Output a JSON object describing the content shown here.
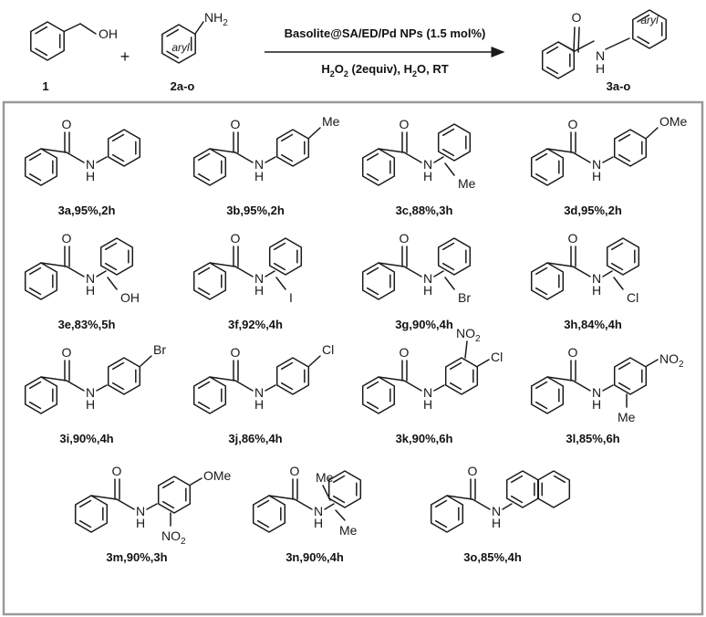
{
  "reaction": {
    "reactant1": {
      "label": "1",
      "group": "OH"
    },
    "plus": "+",
    "reactant2": {
      "label": "2a-o",
      "group": "NH",
      "group_sub": "2",
      "ring_text": "aryl"
    },
    "conditions_top": "Basolite@SA/ED/Pd NPs (1.5 mol%)",
    "conditions_bottom": {
      "p1": "H",
      "p1_sub": "2",
      "p2": "O",
      "p2_sub": "2",
      "p3": " (2equiv), H",
      "p3_sub": "2",
      "p4": "O, RT"
    },
    "product": {
      "label": "3a-o",
      "o": "O",
      "n": "N",
      "h": "H",
      "ring_text": "aryl"
    }
  },
  "products": [
    {
      "id": "3a",
      "label": "3a,95%,2h"
    },
    {
      "id": "3b",
      "label": "3b,95%,2h",
      "subs": [
        "Me"
      ]
    },
    {
      "id": "3c",
      "label": "3c,88%,3h",
      "subs": [
        "Me"
      ]
    },
    {
      "id": "3d",
      "label": "3d,95%,2h",
      "subs": [
        "OMe"
      ]
    },
    {
      "id": "3e",
      "label": "3e,83%,5h",
      "subs": [
        "OH"
      ]
    },
    {
      "id": "3f",
      "label": "3f,92%,4h",
      "subs": [
        "I"
      ]
    },
    {
      "id": "3g",
      "label": "3g,90%,4h",
      "subs": [
        "Br"
      ]
    },
    {
      "id": "3h",
      "label": "3h,84%,4h",
      "subs": [
        "Cl"
      ]
    },
    {
      "id": "3i",
      "label": "3i,90%,4h",
      "subs": [
        "Br"
      ]
    },
    {
      "id": "3j",
      "label": "3j,86%,4h",
      "subs": [
        "Cl"
      ]
    },
    {
      "id": "3k",
      "label": "3k,90%,6h",
      "subs": [
        "NO2",
        "Cl"
      ]
    },
    {
      "id": "3l",
      "label": "3l,85%,6h",
      "subs": [
        "NO2",
        "Me"
      ]
    },
    {
      "id": "3m",
      "label": "3m,90%,3h",
      "subs": [
        "OMe",
        "NO2"
      ]
    },
    {
      "id": "3n",
      "label": "3n,90%,4h",
      "subs": [
        "Me",
        "Me"
      ]
    },
    {
      "id": "3o",
      "label": "3o,85%,4h"
    }
  ],
  "amide": {
    "o": "O",
    "n": "N",
    "h": "H"
  }
}
